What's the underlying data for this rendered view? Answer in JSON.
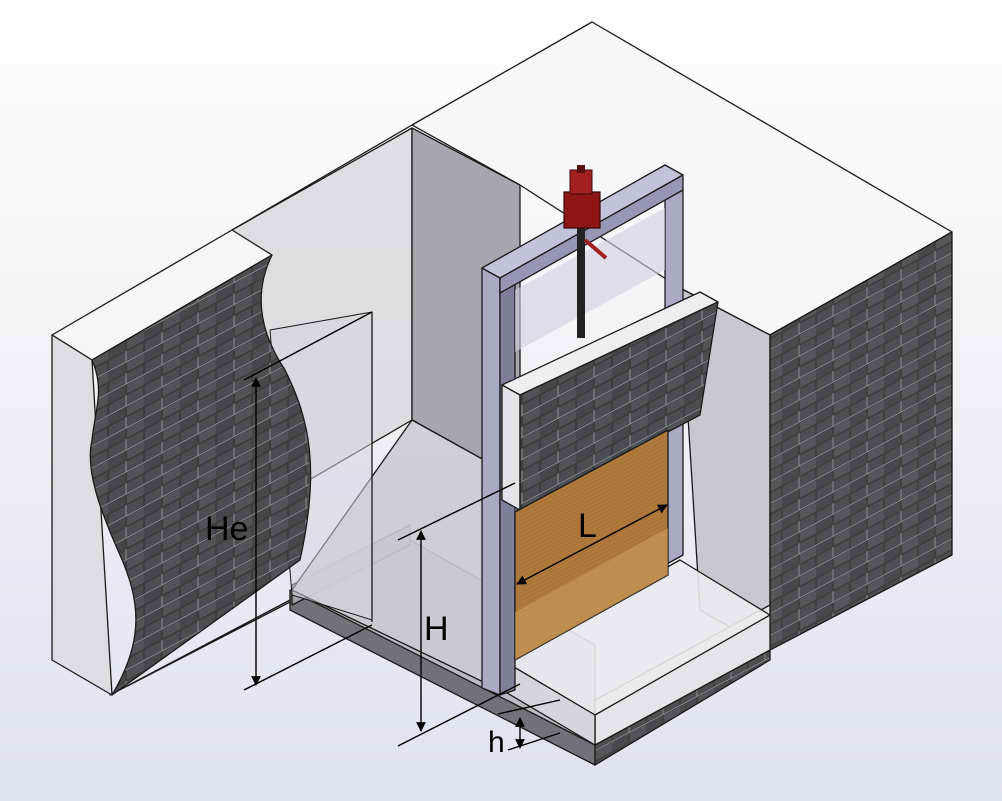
{
  "labels": {
    "He": "He",
    "H": "H",
    "L": "L",
    "h": "h"
  },
  "colors": {
    "background_top": "#ffffff",
    "background_bottom": "#dfe3ee",
    "wall_top": "#f6f7f9",
    "wall_side": "#dfe1e6",
    "stone": "#3d4042",
    "stone_mortar": "#8a8f94",
    "water": "#c9ccd6",
    "gate_wood": "#b07a3c",
    "frame": "#a7a9c3",
    "hoist": "#8e1515"
  }
}
